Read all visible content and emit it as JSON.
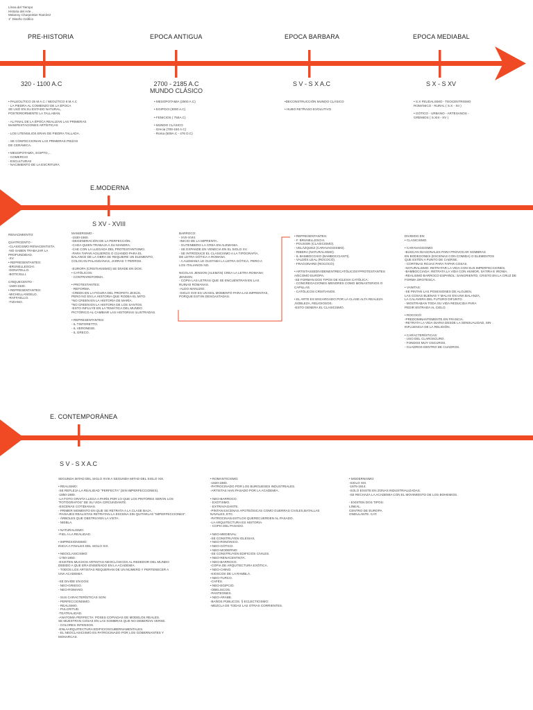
{
  "header": {
    "line1": "Línea del Tiempo",
    "line2": "Historia del Arte ,",
    "line3": "Melanny Charpentier Ramírez",
    "line4": "1° Diseño Gráfico"
  },
  "colors": {
    "accent": "#F04A24",
    "text": "#333333"
  },
  "timeline1": {
    "eras": [
      "PRE-HISTORIA",
      "EPOCA ANTIGUA",
      "EPOCA BARBARA",
      "EPOCA MEDIABAL"
    ],
    "dates": [
      "320 - 1100 A.C",
      "2700 - 2185 A.C",
      "S V - S X A.C",
      "S X - S XV"
    ],
    "date2_sub": "MUNDO CLÁSICO",
    "col1": "• PALEOLÍTICO 25 M A.C  / NEOLÍTICO 6 M A.C\n- LA PIEDRA AL COMIENZO DE LA ÉPOCA\nSE USÓ EN SU ESTADO NATURAL,\nPOSTERIORMENTE  LA TALLABAN.\n\n- AL FINAL DE LA ÉPOCA REALIZAN LAS PRIMERAS\nMANIFESTACIONES ARTÍSTICAS\n\n- LOS UTENSILIOS ERAN DE PIEDRA TALLADA.\n\n- SE CONFECCIONAN LAS PRIMERAS PIEZAS\nDE CERÁMICA.\n\n• MESOPOTAMÍA, EGIPTO,...\n- COMERCIO\n- ESCULTURAS\n- NACIMIENTO DE LA ESCRITURA",
    "col2": "• MESOPOTAMIA (2500 A.C)\n\n• EGIPCIO (3000 A.C)\n\n• FENICIOS ( 750A.C)\n\n• MUNDO CLÁSICO\n-      Grecia (700-150 A.C)\n-      Roma (509A.C - 476 D.C)",
    "col3": "•DECONSTRUCCIÓN MUNDO CLÁSICO\n\n• HUBO RETRASO EVOLUTIVO",
    "col4": "• S.X FEUDALISMO - TEOCENTRISMO\nROMÁNICO - RURAL ( S.X - XII )\n\n• GÓTICO - URBANO - ARTESANOS -\nGREMIOS ( S.XIII - XV )"
  },
  "timeline2": {
    "era": "E.MODERNA",
    "date": "S XV - XVIII",
    "col1": "RENACIMIENTO:\n\nQUATRCENTO -\n-CLASICISMO RENACENTISTA.\n-NO SABEN TRABAJAR LA\nPROFUNDIDAD.\n-XV.\n• REPRESENTANTES:\n-BRUNELLESCHI.\n-DONATELLO.\n-BOTICELLI.\n\nCINQUECENTO -\n-1500-1530.\n• REPRESENTANTES:\n-MICHELLANGELO.\n-RAFFAELLO.\n-TIZIANO.",
    "col2": "MANIERISMO -\n-1530-1560.\n-DEGENERACIÓN DE LA PERFECCIÓN.\n-CADA QUIEN TRABAJA A SU MANERA.\n-CAE CON LA LLEGADA DEL PROTESTANTISMO.\n-PARA TAPAR AGUJEROS O CUANDO PARA EL\n  BALANCE DE LA OBRA SE REQUIERE UN ELEMENTO,\n  COLOCAN PALANGANAS, JARRAS Y PERROS.\n\n-EUROPA (CRISTIANISMO) SE DIVIDE EN DOS:\n• CATÓLICOS:\n- CONTRAREFORMA.\n\n• PROTESTANTES:\n- REFORMA.\n-CREEN EN LA FIGURA DEL PROFETA JESÚS,\nPERO NO EN LA HISTORIA QUE RODEA EL MITO.\n*NO CREEN EN LA HISTORIA DE MARÍA.\n*NO CREEN EN LA HISTORIA DE LOS SANTOS.\n-ESTO INFLUYE EN LA TEMÁTICA DEL MUNDO\nPICTÓRICO AL CAMBIAR LAS HISTORIAS ILUSTRADAS.\n\n• REPRESENTANTES:\n- IL TINTORETTO.\n- IL VERONESE.\n- IL GRECO.",
    "col3": "BARROCO:\n- XVII-XVIII.\n-INICIO DE LA IMPRENTA.\n- GUTENBERG LA CREA EN ALEMANIA.\n- SE EXPANDE EN VENECIA EN EL SIGLO XV.\n- SE INTRODUCE EL CLASICISMO A LA TIPOGRAFÍA,\nDE LETRA GÓTICA A ROMANA.\n- A ALEMANIA LE GUSTABA LA LETRA GÓTICA, PERO A\nLOS ITALIANOS NO.\n\nNICOLAS JENSON (ALEMÁN) CREA LA LETRA ROMANA:\nJENSON.\n- COPIA LAS LETRAS QUE SE ENCUENTRAN EN LAS\nRUINAS ROMANAS.\n-ALDO MANUZIO.\n-SIGLO XVII ES UN MAL MOMENTO PARA LAS IMPRENTAS,\nPORQUE ESTÁN DESGASTADAS.",
    "col4": "• REPRESENTANTES:\n- F. BRUNELLESCHI.\n- POUSSIN (CLASICISMO).\n- VELÁZQUEZ (CARAVAGGISMO).\n- RIBERA (NATURALISMO).\n- IL BAMBOCCHIO (BAMBOCCIANTI).\n- VALDÉS LEAL (ROCOCÓ).\n- FRAGONARD (ROCOCÓ).\n\n• ARTISTASSEDIVIDENENTRECATÓLICOSYPROTESTANTES\n A/ECOMO EUROPA.\n -SE FORMAN DOS TIPOS DE IGLESIA CATÓLICA:\n - CONGREGACIONES MENORES COMO MONASTERIOS O\nCAPILLAS.\n - CATÓLICOS CRISTIANOS.\n\n• EL ARTE ES ENCARGADO POR LA CLASE ALTA REALEZA\n,NOBLEZA, RELIGIOSOS.\n-ESTO GENERA EL CLASICISMO.",
    "col5": "DIVIDIDO EN:\n• CLASICISMO.\n\n• CARAVAGGISMO:\n-BUSCAN DIAGONALES PARA PROVOCAR SOMBRAS\nEN BODEGONES (ESCENAS CON COMIDA) O ELEMENTOS\nQUE ESTÉN A PUNTO DE CAERSE.\n- CORTINAS ROJAS PARA TAPAR COSAS.\n-NATURALISMO: RETRATAR LA VIDA CON SUS IMPERFECCIONES.\n-BAMBOCCIADA: RETRATA LA VIDA CON HUMOR, SÁTIRA E IRONÍA.\n-REALISMO BARROCO ESPAÑOL: SANGRIENTO, CRISTO EN LA CRUZ DE\nFORMA GROTESCA.\n\n• VANITAS:\n-SE PINTAN LAS POSESIONES DE ALGUIEN,\nLAS COSAS BUENAS Y MALAS EN UNA BALANZA,\nLA CALAVERA DEL FUTURO DIFUNTO.\n- MOSTRABAN TODA SU VIDA REDUCIDA PARA\nPEDIR ENTRADA AL CIELO.\n\n• ROCOCÓ:\n-PREDOMINANTEMENTE EN FRANCIA.\n-RETRATA LA VIDA DIARIA DESDE LA SENSUALIDAD, SIN\nINFLUENCIA DE LA RELIGIÓN.\n\n• CARACTERÍSTICAS:\n- USO DEL CLAROSCURO.\n- FONDOS MUY OSCUROS.\n- CUADROS DENTRO DE CUADROS."
  },
  "timeline3": {
    "era": "E. CONTEMPORÁNEA",
    "date": "S V - S X A.C",
    "col1": "SEGUNDA MITAD DEL SIGLO XVIII A SEGUNDA MITAD DEL SIGLO XIX.\n\n• REALISMO:\n-SE REFLEJA LA REALIDAD \"PERFECTA\" (SIN IMPERFECCIONES).\n-1850-1880.\n-LA FOTO GRAFÍA LLEGA A PARÍS,POR LO QUE LOS PINTORES SERÁN LOS\n\"FOTÓGRAFOS\" DE SU VIDA CIRCUNDANTE.\n-ESCENAS COTIDIANAS.\n- PRIMER MOMENTO EN QUE SE RETRATA A LA CLASE BAJA.\n-PAISAJES REALISTAS RETRATAN LA ESCENA SIN QUITARLAS \"IMPERFECCIONES\".\n- ÁRBOLES QUE OBSTRUYEN LA VISTA.\n- NIEBLA.\n\n• NATURALISMO:\n-FIEL A LA REALIDAD.\n\n• IMPRESIONISMO:\nINICIA A FINALES DEL SIGLO XIX.\n\n• NEOCLASICISMO:\n-1750-1850.\n-EXISTEN MUCHOS ARTISTAS NEOCLÁSICOS AL REDEDOR DEL MUNDO\nDEBIDO A QUE ERA ENSEÑADO EN LA ACADEMIA.\n- TODOS LOS ARTISTAS REQUERIAN DE UN NÚMERO Y PERTENECER A\nUNA ACADEMIA.\n\n-SE DIVIDE EN DOS:\n- NEO-GRIEGO.\n- NEO-ROMANO.\n\n- SUS CARACTERÍSTICAS SON:\n- PERFECCIONISMO.\n- REALISMO.\n- PULCRITUD.\n-TEATRALIDAD.\n-ANATOMÍA PERFECTA: POSES COPIADAS DE MODELOS REALES.\n SE MUESTRAN COSAS EN LAS SOMBRAS QUE NO DEBERÍAN VERSE.\n- COLORES INTENSOS.\n-ENLAARQUITECTURA:EDIFICIOSGUBERNAMENTALES.\n- EL NEOCLASICISMO ES PATROCINADO POR LOS GOBERNANTES Y\nMONARCAS.",
    "col2": "• ROMANTICISMO:\n-1820-1880.\n-PATROCINADO POR LOS  BURGUESES INDUSTRIALES.\n-ARTISTAS HAN PASADO POR LA ACADEMIA.\n\n• NEO-BARROCO.\n- EXOTISMO.\n- EXTRAVAGANTE.\n-PINTAN ESCENAS APOTEÓSICAS COMO GUERRAS CIVILES,BATALLAS\nNAVALES, ETC.\n-PATROCINAN ESTILOS QUERECUERDEN AL PASADO.\n-LA ARQUITECTURA ES HISTORIA.\n- COPIA DEL PASADO.\n\n• NEO-MEDIEVAL:\n-SE CONSTRUYEN IGLESIAS.\n• NEO-ROMÁNICO.\n• NEO-GÓTICO.\n• NEO-MODERNO:\n-SE CONSTRUYEN EDIFICIOS CIVILES.\n• NEO-RENACENTISTA.\n• NEO-BARROCO.\n-COPIA DE ARQUITECTURA EXÓTICA.\n• NEO-CHINO.\n-KIOSCOS DE LA RAMBLA.\n• NEO-TURCO.\n-CAFÉS.\n• NEO-EGIPCIO.\n-OBELISCOS.\n-PANTEONES.\n• NEO-ÁRABE.\n-BAÑOS PÚBLICOS. § ECLECTICISMO:\n-MEZCLA DE TODAS LAS OTRAS CORRIENTES.",
    "col3": "• MODERNISMO:\n-SIGLO XIX.\n-1875-1914.\n-SOLO EXISTE EN ZONAS INDUSTRIALIZADAS.\n-SE RECHAZA LA ACADEMIA CON EL MOVIMIENTO DE LOS BOHEMIOS.\n\n- EXISTEN DOS TIPOS:\nLINEAL.\nCENTRO DE EUROPA.\nONDULANTE: CAT."
  }
}
